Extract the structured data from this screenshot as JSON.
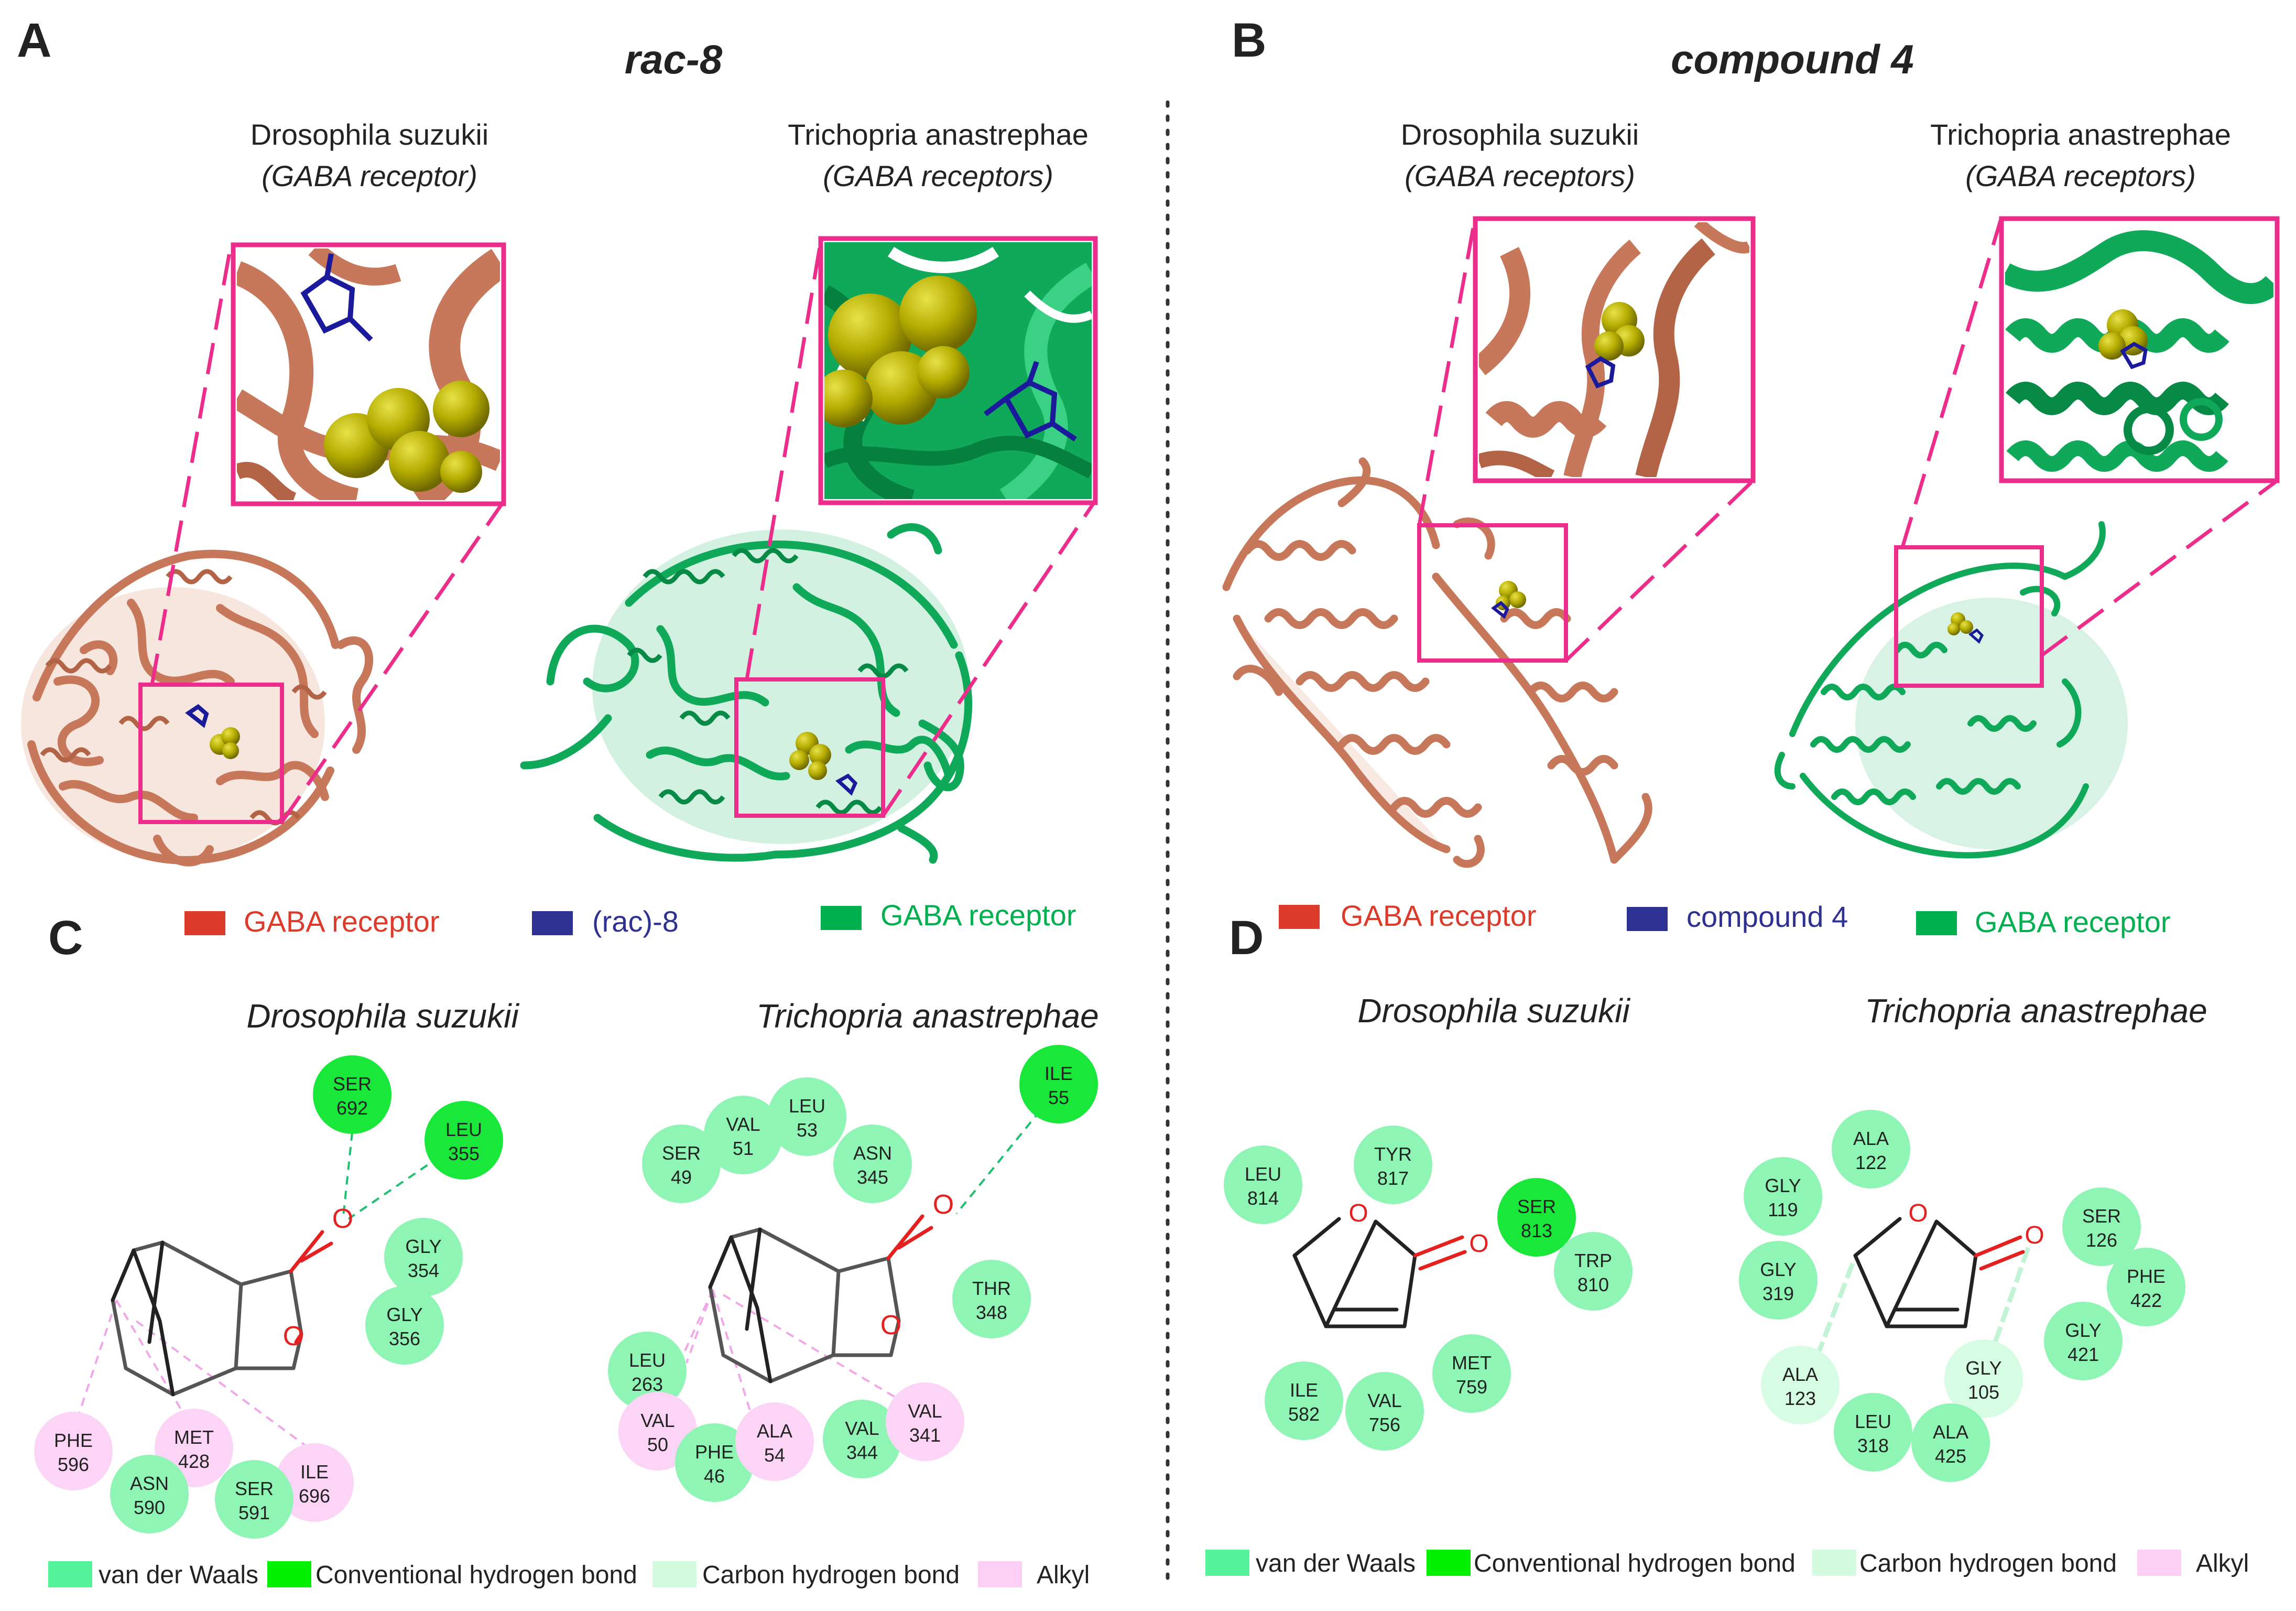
{
  "panels": {
    "A": {
      "letter": "A",
      "title": "rac-8",
      "left": {
        "species": "Drosophila suzukii",
        "receptor": "(GABA receptor)"
      },
      "right": {
        "species": "Trichopria anastrephae",
        "receptor": "(GABA receptors)"
      },
      "legend": [
        {
          "label": "GABA receptor",
          "color": "#dc3a2a"
        },
        {
          "label": "(rac)-8",
          "color": "#2e3192"
        },
        {
          "label": "GABA receptor",
          "color": "#00b04f"
        }
      ]
    },
    "B": {
      "letter": "B",
      "title": "compound 4",
      "left": {
        "species": "Drosophila suzukii",
        "receptor": "(GABA receptors)"
      },
      "right": {
        "species": "Trichopria anastrephae",
        "receptor": "(GABA receptors)"
      },
      "legend": [
        {
          "label": "GABA receptor",
          "color": "#dc3a2a"
        },
        {
          "label": "compound 4",
          "color": "#2e3192"
        },
        {
          "label": "GABA receptor",
          "color": "#00b04f"
        }
      ]
    },
    "C": {
      "letter": "C",
      "left_title": "Drosophila suzukii",
      "right_title": "Trichopria anastrephae",
      "left_residues": [
        {
          "name": "SER",
          "num": "692",
          "type": "hbond"
        },
        {
          "name": "LEU",
          "num": "355",
          "type": "hbond"
        },
        {
          "name": "GLY",
          "num": "354",
          "type": "vdw"
        },
        {
          "name": "GLY",
          "num": "356",
          "type": "vdw"
        },
        {
          "name": "PHE",
          "num": "596",
          "type": "alkyl"
        },
        {
          "name": "MET",
          "num": "428",
          "type": "alkyl"
        },
        {
          "name": "ILE",
          "num": "696",
          "type": "alkyl"
        },
        {
          "name": "ASN",
          "num": "590",
          "type": "vdw"
        },
        {
          "name": "SER",
          "num": "591",
          "type": "vdw"
        }
      ],
      "right_residues": [
        {
          "name": "ILE",
          "num": "55",
          "type": "hbond"
        },
        {
          "name": "VAL",
          "num": "51",
          "type": "vdw"
        },
        {
          "name": "LEU",
          "num": "53",
          "type": "vdw"
        },
        {
          "name": "SER",
          "num": "49",
          "type": "vdw"
        },
        {
          "name": "ASN",
          "num": "345",
          "type": "vdw"
        },
        {
          "name": "THR",
          "num": "348",
          "type": "vdw"
        },
        {
          "name": "LEU",
          "num": "263",
          "type": "vdw"
        },
        {
          "name": "VAL",
          "num": "50",
          "type": "alkyl"
        },
        {
          "name": "PHE",
          "num": "46",
          "type": "vdw"
        },
        {
          "name": "ALA",
          "num": "54",
          "type": "alkyl"
        },
        {
          "name": "VAL",
          "num": "344",
          "type": "vdw"
        },
        {
          "name": "VAL",
          "num": "341",
          "type": "alkyl"
        }
      ],
      "atom_O": "O",
      "legend": [
        {
          "label": "van der Waals",
          "color": "#55f29a"
        },
        {
          "label": "Conventional hydrogen bond",
          "color": "#00f000"
        },
        {
          "label": "Carbon hydrogen bond",
          "color": "#d2fbe0"
        },
        {
          "label": "Alkyl",
          "color": "#fbd0f4"
        }
      ]
    },
    "D": {
      "letter": "D",
      "left_title": "Drosophila suzukii",
      "right_title": "Trichopria anastrephae",
      "left_residues": [
        {
          "name": "LEU",
          "num": "814",
          "type": "vdw"
        },
        {
          "name": "TYR",
          "num": "817",
          "type": "vdw"
        },
        {
          "name": "SER",
          "num": "813",
          "type": "hbond"
        },
        {
          "name": "TRP",
          "num": "810",
          "type": "vdw"
        },
        {
          "name": "ILE",
          "num": "582",
          "type": "vdw"
        },
        {
          "name": "VAL",
          "num": "756",
          "type": "vdw"
        },
        {
          "name": "MET",
          "num": "759",
          "type": "vdw"
        }
      ],
      "right_residues": [
        {
          "name": "ALA",
          "num": "122",
          "type": "vdw"
        },
        {
          "name": "GLY",
          "num": "119",
          "type": "vdw"
        },
        {
          "name": "GLY",
          "num": "319",
          "type": "vdw"
        },
        {
          "name": "SER",
          "num": "126",
          "type": "vdw"
        },
        {
          "name": "PHE",
          "num": "422",
          "type": "vdw"
        },
        {
          "name": "GLY",
          "num": "421",
          "type": "vdw"
        },
        {
          "name": "ALA",
          "num": "123",
          "type": "carbon"
        },
        {
          "name": "GLY",
          "num": "105",
          "type": "carbon"
        },
        {
          "name": "LEU",
          "num": "318",
          "type": "vdw"
        },
        {
          "name": "ALA",
          "num": "425",
          "type": "vdw"
        }
      ],
      "atom_O": "O",
      "legend": [
        {
          "label": "van der Waals",
          "color": "#55f29a"
        },
        {
          "label": "Conventional hydrogen bond",
          "color": "#00f000"
        },
        {
          "label": "Carbon hydrogen bond",
          "color": "#d2fbe0"
        },
        {
          "label": "Alkyl",
          "color": "#fbd0f4"
        }
      ]
    }
  },
  "colors": {
    "protein_orange": "#c8785a",
    "protein_green": "#10a95a",
    "ligand_blue": "#1a1a9a",
    "sphere_yellow": "#b8b000",
    "magenta": "#ec2d8c",
    "residue_vdw": "#8ff5b5",
    "residue_hbond": "#19e83a",
    "residue_carbon": "#d6fde3",
    "residue_alkyl": "#fcd4f6",
    "oxygen_red": "#e52020"
  }
}
